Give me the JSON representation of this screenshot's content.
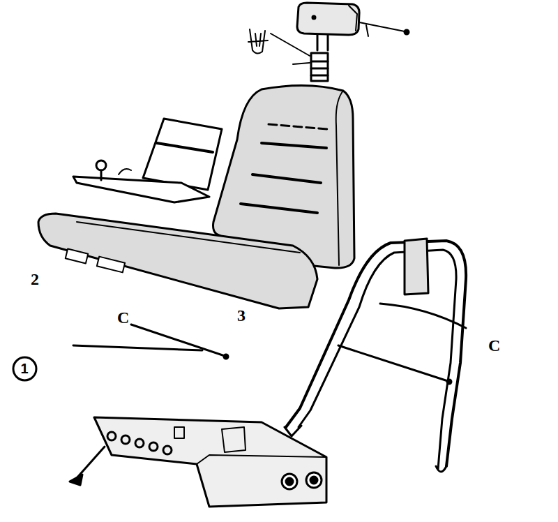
{
  "diagram": {
    "nodes": [
      {
        "text": [
          "1"
        ]
      }
    ],
    "labels": [
      "2",
      "3",
      "C",
      "C"
    ]
  }
}
